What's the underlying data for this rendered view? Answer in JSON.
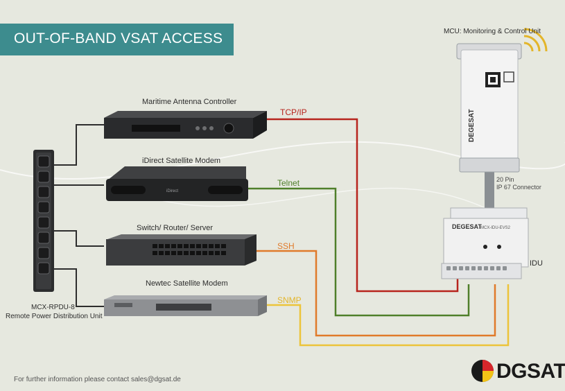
{
  "title": "OUT-OF-BAND VSAT ACCESS",
  "devices": {
    "antenna_controller": "Maritime Antenna Controller",
    "satellite_modem": "iDirect Satellite Modem",
    "switch": "Switch/ Router/ Server",
    "newtec_modem": "Newtec Satellite Modem",
    "pdu_name": "MCX-RPDU-8",
    "pdu_desc": "Remote Power Distribution Unit",
    "mcu": "MCU: Monitoring & Control Unit",
    "idu": "IDU",
    "connector_line1": "20 Pin",
    "connector_line2": "IP 67 Connector",
    "mcu_brand": "DEGESAT",
    "idu_brand": "DEGESAT",
    "idu_model": "MCX-IDU-EVS2",
    "idiret_logo": "iDirect"
  },
  "protocols": {
    "tcpip": "TCP/IP",
    "telnet": "Telnet",
    "ssh": "SSH",
    "snmp": "SNMP"
  },
  "colors": {
    "tcpip": "#b7241d",
    "telnet": "#4f7f2a",
    "ssh": "#e07a2a",
    "snmp": "#ecc43a",
    "banner": "#3d8c8e",
    "background": "#e6e8df"
  },
  "footer": {
    "contact": "For further information please contact sales@dgsat.de",
    "logo_text": "DGSAT"
  }
}
